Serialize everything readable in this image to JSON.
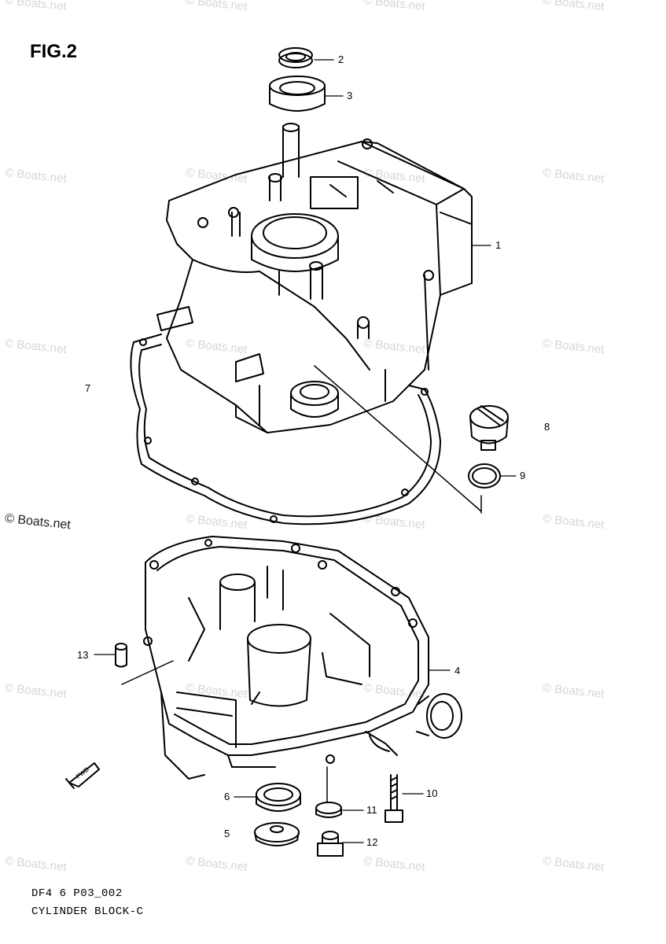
{
  "figure": {
    "title": "FIG.2"
  },
  "callouts": {
    "c1": "1",
    "c2": "2",
    "c3": "3",
    "c4": "4",
    "c5": "5",
    "c6": "6",
    "c7": "7",
    "c8": "8",
    "c9": "9",
    "c10": "10",
    "c11": "11",
    "c12": "12",
    "c13": "13"
  },
  "watermark": {
    "text": "© Boats.net"
  },
  "footer": {
    "code": "DF4 6 P03_002",
    "caption": "CYLINDER BLOCK-C"
  },
  "fwd_mark": {
    "text": "FWD"
  }
}
